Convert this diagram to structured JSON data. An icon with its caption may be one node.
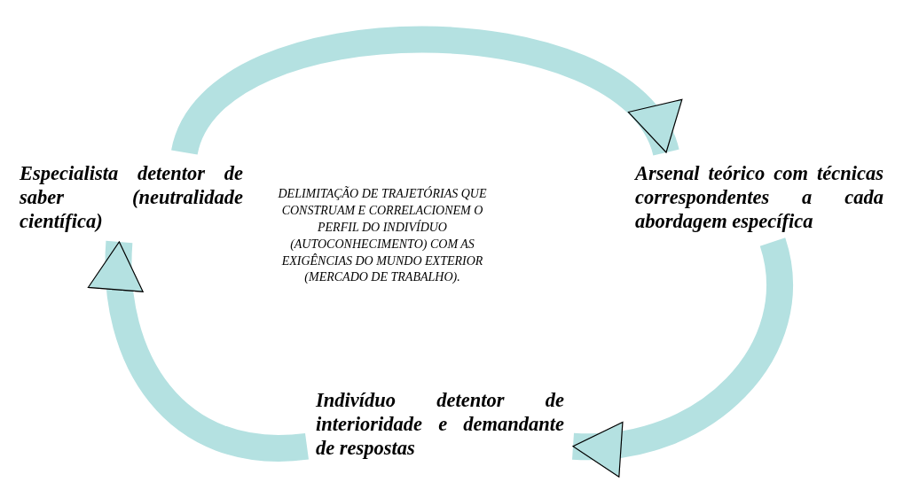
{
  "diagram": {
    "nodes": [
      {
        "text": [
          "Especialista detentor de saber (neutralidade científica)"
        ]
      },
      {
        "text": [
          "Arsenal teórico com técnicas correspondentes a cada abordagem específica"
        ]
      },
      {
        "text": [
          "Indivíduo detentor de interioridade e demandante de respostas"
        ]
      }
    ],
    "edges": [
      {
        "from": 0,
        "to": 1,
        "arrow": "to"
      },
      {
        "from": 1,
        "to": 2,
        "arrow": "to"
      },
      {
        "from": 2,
        "to": 0,
        "arrow": "to"
      }
    ],
    "labels": [
      "DELIMITAÇÃO DE TRAJETÓRIAS QUE CONSTRUAM E CORRELACIONEM O PERFIL DO INDIVÍDUO (AUTOCONHECIMENTO) COM AS EXIGÊNCIAS DO MUNDO EXTERIOR (MERCADO DE TRABALHO)."
    ]
  }
}
